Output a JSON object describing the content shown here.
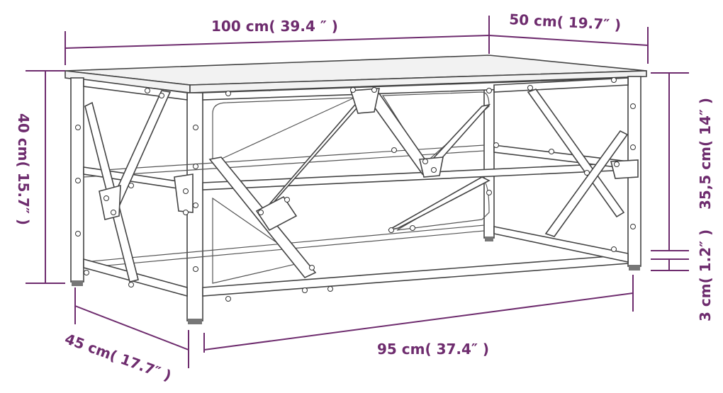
{
  "colors": {
    "dimension": "#6e2c6e",
    "frame": "#444444",
    "background": "#ffffff"
  },
  "dimensions": {
    "length": "100 cm( 39.4 ″ )",
    "depth": "50 cm( 19.7″ )",
    "height": "40 cm( 15.7″ )",
    "inner_height": "35,5 cm( 14″ )",
    "shelf_gap": "3 cm( 1.2″ )",
    "leg_depth": "45 cm( 17.7″ )",
    "leg_length": "95 cm( 37.4″ )"
  }
}
